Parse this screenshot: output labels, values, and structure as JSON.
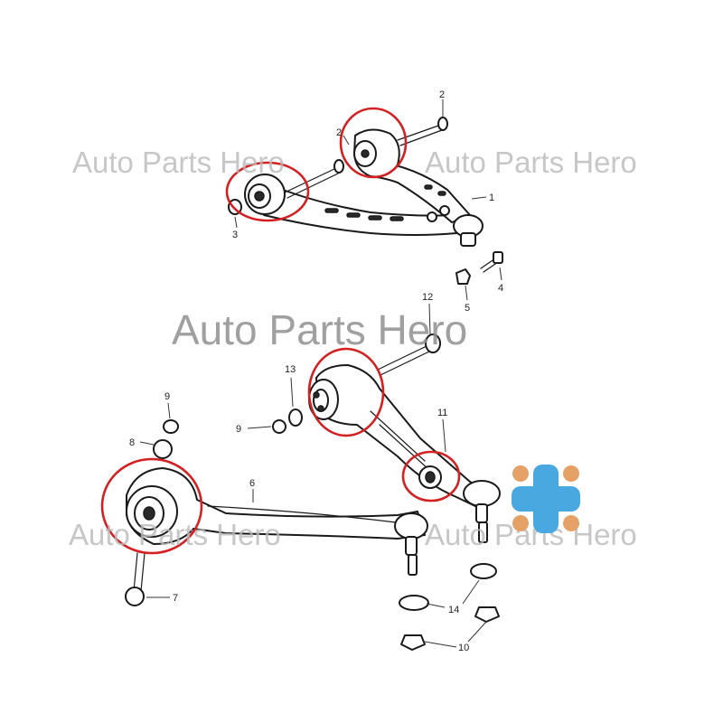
{
  "watermark": {
    "text_upper_left": "Auto Parts Hero",
    "text_upper_right": "Auto Parts Hero",
    "text_center": "Auto Parts Hero",
    "text_lower_left": "Auto Parts Hero",
    "text_lower_right": "Auto Parts Hero"
  },
  "callouts": {
    "c1": "1",
    "c2a": "2",
    "c2b": "2",
    "c3": "3",
    "c4": "4",
    "c5": "5",
    "c6": "6",
    "c7": "7",
    "c8": "8",
    "c9a": "9",
    "c9b": "9",
    "c10": "10",
    "c11": "11",
    "c12": "12",
    "c13": "13",
    "c14": "14"
  },
  "colors": {
    "highlight_circle": "#d42020",
    "logo_blue": "#4aa8e0",
    "logo_orange": "#e6a266",
    "line_art": "#1a1a1a"
  },
  "icons": {
    "logo": "medical-cross-logo-icon"
  }
}
